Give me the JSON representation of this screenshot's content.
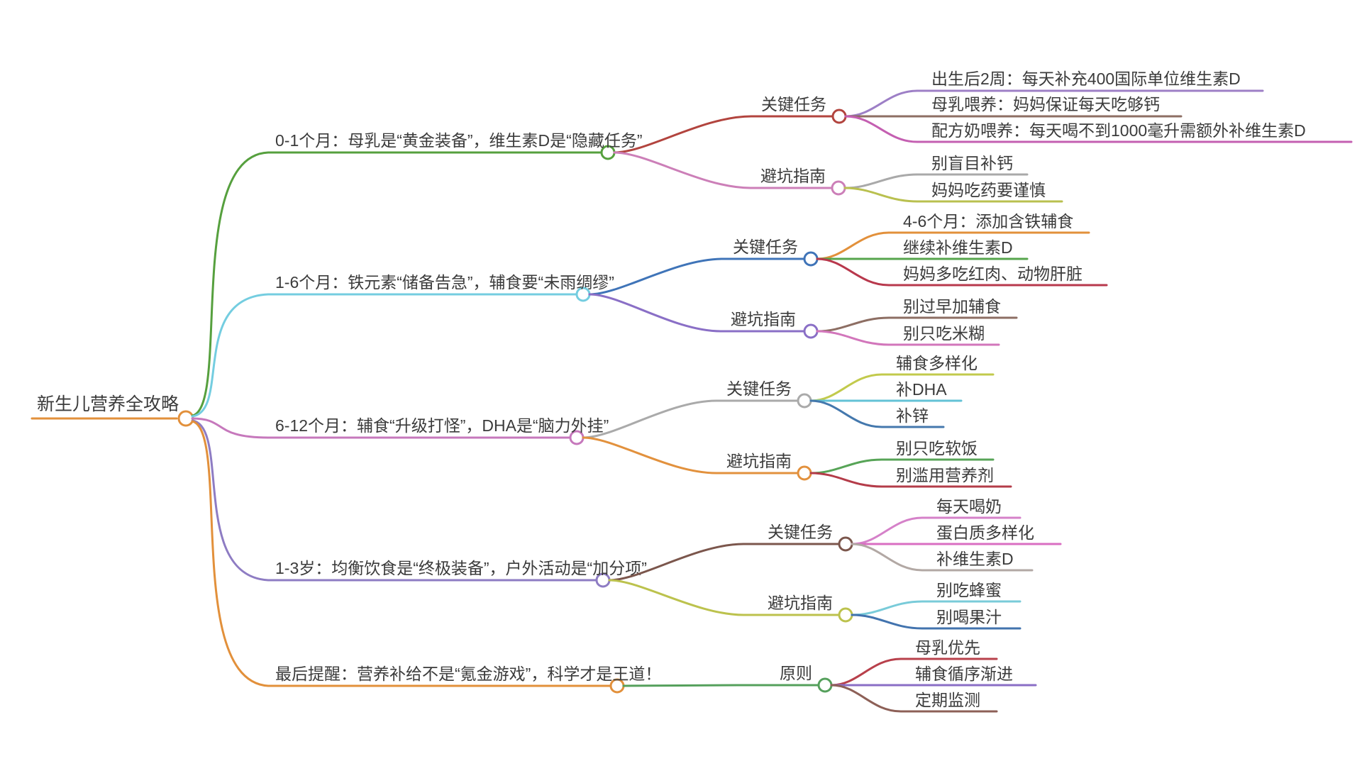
{
  "page": {
    "background": "#ffffff",
    "text_color": "#3b3b3b"
  },
  "mindmap": {
    "root": {
      "label": "新生儿营养全攻略",
      "color": "#e2903b"
    },
    "branches": [
      {
        "label": "0-1个月：母乳是“黄金装备”，维生素D是“隐藏任务”",
        "color": "#56a03e",
        "children": [
          {
            "label": "关键任务",
            "color": "#b2443e",
            "children": [
              {
                "label": "出生后2周：每天补充400国际单位维生素D",
                "color": "#9d7fc6"
              },
              {
                "label": "母乳喂养：妈妈保证每天吃够钙",
                "color": "#8d6e63"
              },
              {
                "label": "配方奶喂养：每天喝不到1000毫升需额外补维生素D",
                "color": "#c45fb1"
              }
            ]
          },
          {
            "label": "避坑指南",
            "color": "#cc7fb8",
            "children": [
              {
                "label": "别盲目补钙",
                "color": "#a9a9a9"
              },
              {
                "label": "妈妈吃药要谨慎",
                "color": "#b9c04f"
              }
            ]
          }
        ]
      },
      {
        "label": "1-6个月：铁元素“储备告急”，辅食要“未雨绸缪”",
        "color": "#74cde0",
        "children": [
          {
            "label": "关键任务",
            "color": "#3f74b8",
            "children": [
              {
                "label": "4-6个月：添加含铁辅食",
                "color": "#e2903b"
              },
              {
                "label": "继续补维生素D",
                "color": "#56a54c"
              },
              {
                "label": "妈妈多吃红肉、动物肝脏",
                "color": "#b8384c"
              }
            ]
          },
          {
            "label": "避坑指南",
            "color": "#8a6fc6",
            "children": [
              {
                "label": "别过早加辅食",
                "color": "#8d6e63"
              },
              {
                "label": "别只吃米糊",
                "color": "#d276bb"
              }
            ]
          }
        ]
      },
      {
        "label": "6-12个月：辅食“升级打怪”，DHA是“脑力外挂”",
        "color": "#c678bc",
        "children": [
          {
            "label": "关键任务",
            "color": "#aaaaaa",
            "children": [
              {
                "label": "辅食多样化",
                "color": "#c2ca4c"
              },
              {
                "label": "补DHA",
                "color": "#63c2d6"
              },
              {
                "label": "补锌",
                "color": "#4478ad"
              }
            ]
          },
          {
            "label": "避坑指南",
            "color": "#e2913d",
            "children": [
              {
                "label": "别只吃软饭",
                "color": "#57a457"
              },
              {
                "label": "别滥用营养剂",
                "color": "#b43c49"
              }
            ]
          }
        ]
      },
      {
        "label": "1-3岁：均衡饮食是“终极装备”，户外活动是“加分项”",
        "color": "#8e7cc3",
        "children": [
          {
            "label": "关键任务",
            "color": "#7b564c",
            "children": [
              {
                "label": "每天喝奶",
                "color": "#d581c9"
              },
              {
                "label": "蛋白质多样化",
                "color": "#d96ec2"
              },
              {
                "label": "补维生素D",
                "color": "#b2a8a4"
              }
            ]
          },
          {
            "label": "避坑指南",
            "color": "#bcc24d",
            "children": [
              {
                "label": "别吃蜂蜜",
                "color": "#79cbd9"
              },
              {
                "label": "别喝果汁",
                "color": "#4273ae"
              }
            ]
          }
        ]
      },
      {
        "label": "最后提醒：营养补给不是“氪金游戏”，科学才是王道！",
        "color": "#e2903b",
        "children": [
          {
            "label": "原则",
            "color": "#55a05c",
            "children": [
              {
                "label": "母乳优先",
                "color": "#b8404b"
              },
              {
                "label": "辅食循序渐进",
                "color": "#8a6ec6"
              },
              {
                "label": "定期监测",
                "color": "#8d6057"
              }
            ]
          }
        ]
      }
    ]
  }
}
